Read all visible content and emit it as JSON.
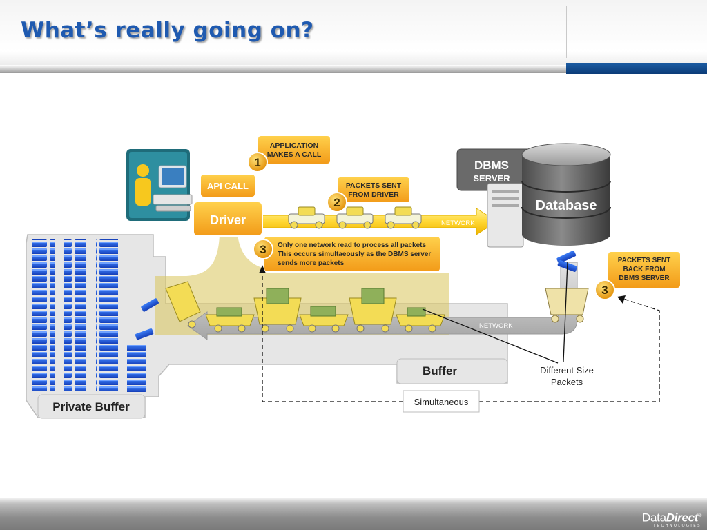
{
  "slide": {
    "title": "What’s really going on?"
  },
  "diagram": {
    "step1": {
      "number": "1",
      "line1": "APPLICATION",
      "line2": "MAKES A CALL"
    },
    "api_call": "API CALL",
    "driver": "Driver",
    "step2": {
      "number": "2",
      "line1": "PACKETS SENT",
      "line2": "FROM DRIVER"
    },
    "network_top": "NETWORK",
    "dbms_server": {
      "line1": "DBMS",
      "line2": "SERVER"
    },
    "database": "Database",
    "step3_left": {
      "number": "3",
      "line1": "Only one network read to process all packets",
      "line2": "This occurs simultaeously as the DBMS server",
      "line3": "sends more packets"
    },
    "step3_right": {
      "number": "3",
      "line1": "PACKETS SENT",
      "line2": "BACK FROM",
      "line3": "DBMS SERVER"
    },
    "network_bottom": "NETWORK",
    "buffer": "Buffer",
    "private_buffer": "Private Buffer",
    "different_size_packets": {
      "line1": "Different Size",
      "line2": "Packets"
    },
    "simultaneous": "Simultaneous"
  },
  "footer": {
    "logo_data": "Data",
    "logo_direct": "Direct",
    "logo_reg": "®",
    "logo_sub": "TECHNOLOGIES"
  },
  "colors": {
    "title_blue": "#1f5ab0",
    "callout_orange": "#f5a623",
    "packet_yellow": "#f3dc55",
    "buffer_blue": "#1e4fd0"
  }
}
